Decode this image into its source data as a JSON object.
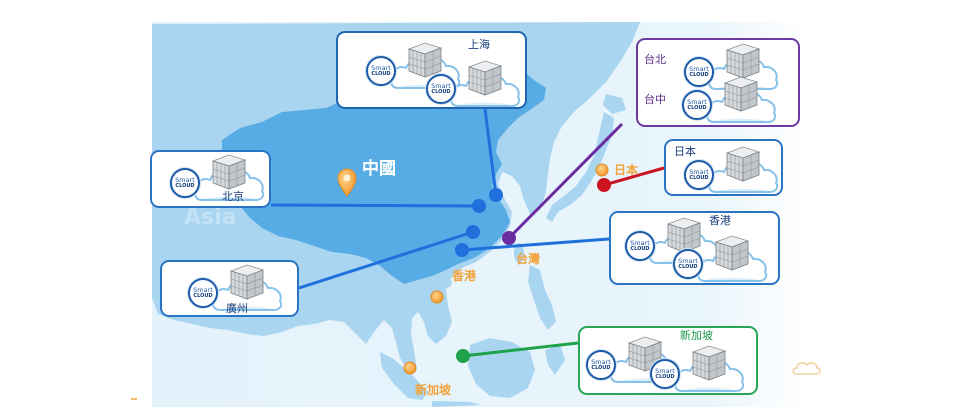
{
  "map": {
    "region_label": "Asia",
    "country_label": "中國",
    "place_labels": {
      "japan": "日本",
      "taiwan": "台灣",
      "hongkong": "香港",
      "singapore": "新加坡"
    }
  },
  "sites": {
    "shanghai": "上海",
    "taipei": "台北",
    "taichung": "台中",
    "beijing": "北京",
    "japan": "日本",
    "hongkong": "香港",
    "guangzhou": "廣州",
    "singapore": "新加坡"
  },
  "badge": {
    "top": "Smart",
    "bottom": "CLOUD"
  },
  "icons": {
    "badge": "smart-cloud-badge",
    "server": "server-rack-icon",
    "cloud": "cloud-icon",
    "pin": "map-pin-icon",
    "dot": "location-dot"
  },
  "colors": {
    "connector_blue": "#1f6fdc",
    "connector_purple": "#6b2c9f",
    "connector_red": "#cc1420",
    "connector_green": "#1fa24b",
    "box_blue": "#2b74c4",
    "box_navy": "#2066b0",
    "box_purple": "#6f3a9f",
    "box_green": "#2aa556",
    "label_navy": "#1b3f7e",
    "label_purple": "#5b2c8a",
    "label_green": "#1a9a48",
    "place_label_orange": "#f2a33a",
    "land": "#a9d5f1",
    "china": "#58ace5"
  }
}
